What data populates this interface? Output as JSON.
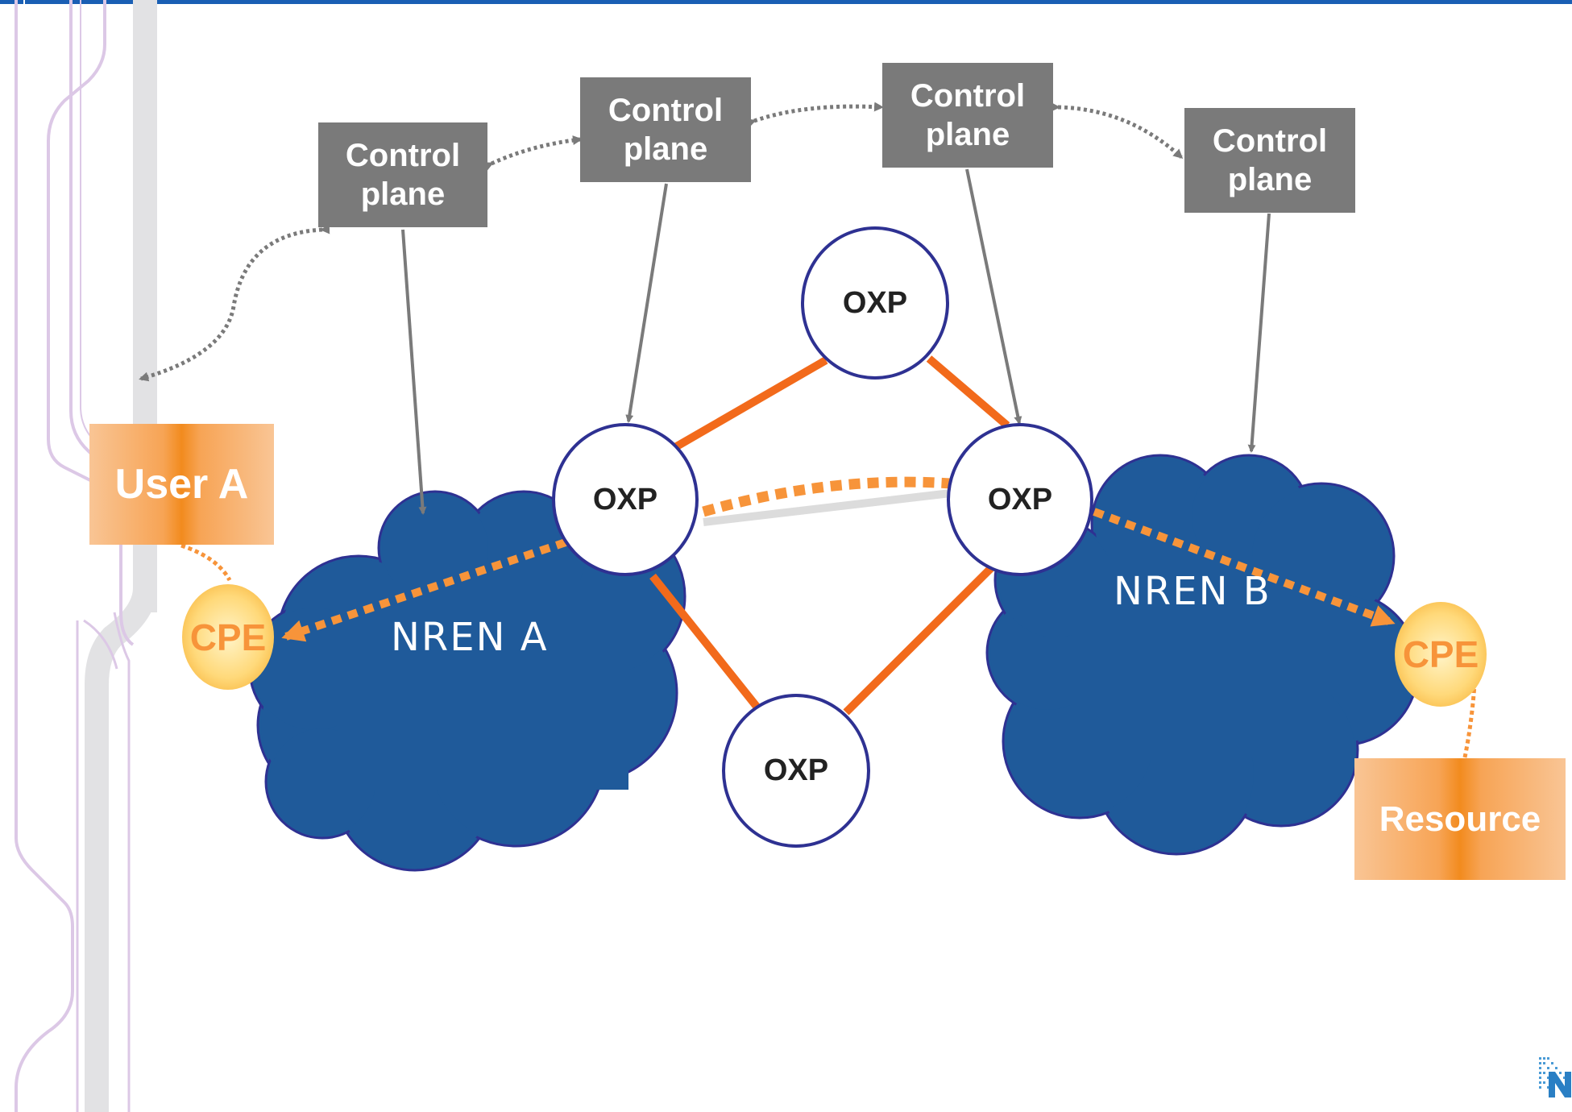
{
  "control_planes": [
    {
      "line1": "Control",
      "line2": "plane"
    },
    {
      "line1": "Control",
      "line2": "plane"
    },
    {
      "line1": "Control",
      "line2": "plane"
    },
    {
      "line1": "Control",
      "line2": "plane"
    }
  ],
  "oxp_nodes": [
    "OXP",
    "OXP",
    "OXP",
    "OXP"
  ],
  "networks": {
    "nren_a": "NREN A",
    "nren_b": "NREN B"
  },
  "endpoints": {
    "user": "User A",
    "resource": "Resource",
    "cpe_left": "CPE",
    "cpe_right": "CPE"
  },
  "colors": {
    "control_plane": "#7a7a7a",
    "cloud": "#1f5a9a",
    "link": "#f26a1b",
    "path": "#f7943a",
    "oxp_border": "#2e3192"
  }
}
